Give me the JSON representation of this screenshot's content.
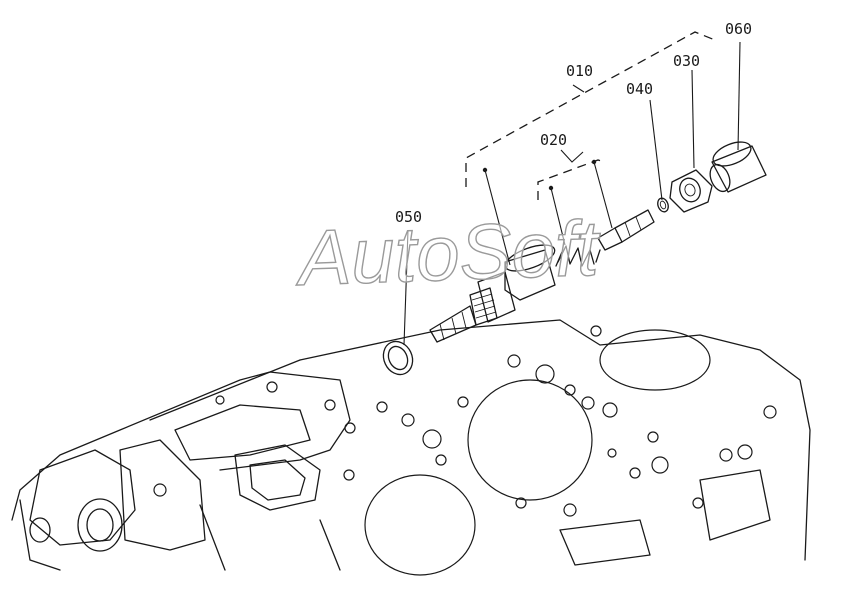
{
  "callouts": {
    "c010": "010",
    "c020": "020",
    "c030": "030",
    "c040": "040",
    "c050": "050",
    "c060": "060"
  },
  "watermark": "AutoSoft"
}
